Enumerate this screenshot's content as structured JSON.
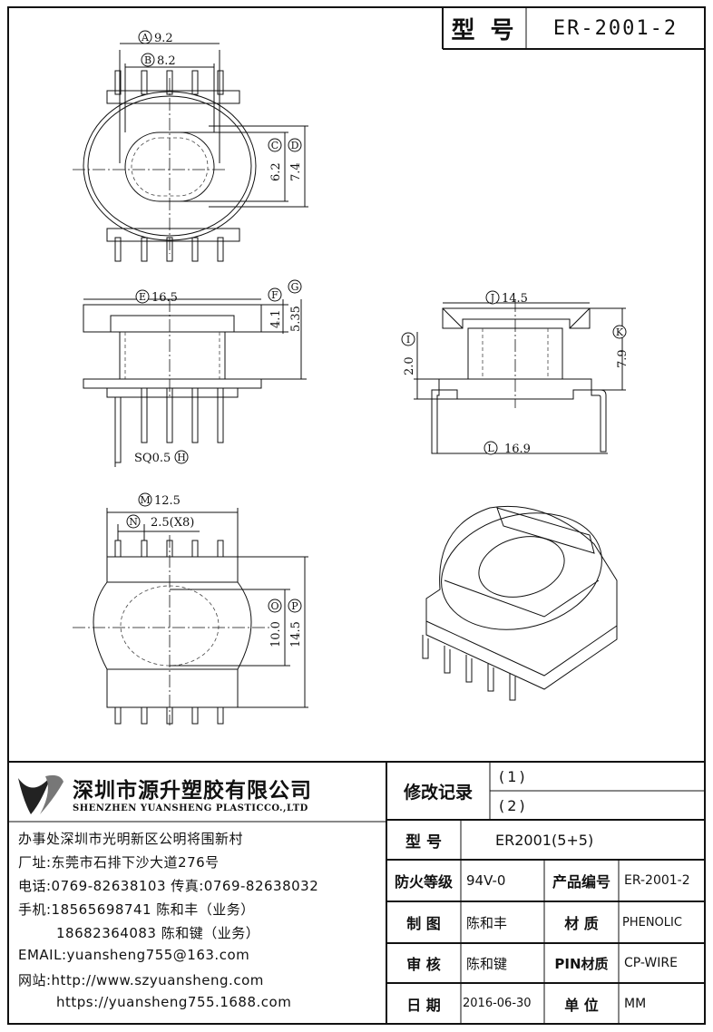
{
  "title_block": {
    "label": "型 号",
    "model": "ER-2001-2"
  },
  "dimensions": {
    "A": "9.2",
    "B": "8.2",
    "C": "6.2",
    "D": "7.4",
    "E": "16.5",
    "F": "4.1",
    "G": "5.35",
    "H": "SQ0.5",
    "I": "2.0",
    "J": "14.5",
    "K": "7.9",
    "L": "16.9",
    "M": "12.5",
    "N": "2.5(X8)",
    "O": "10.0",
    "P": "14.5"
  },
  "dim_letters": {
    "A": "A",
    "B": "B",
    "C": "C",
    "D": "D",
    "E": "E",
    "F": "F",
    "G": "G",
    "H": "H",
    "I": "I",
    "J": "J",
    "K": "K",
    "L": "L",
    "M": "M",
    "N": "N",
    "O": "O",
    "P": "P"
  },
  "company": {
    "name_cn": "深圳市源升塑胶有限公司",
    "name_en": "SHENZHEN YUANSHENG PLASTICCO.,LTD",
    "office": "办事处深圳市光明新区公明将围新村",
    "factory": "厂址:东莞市石排下沙大道276号",
    "phone": "电话:0769-82638103 传真:0769-82638032",
    "mobile1": "手机:18565698741 陈和丰（业务）",
    "mobile2": "18682364083 陈和键（业务）",
    "email": "EMAIL:yuansheng755@163.com",
    "web1": "网站:http://www.szyuansheng.com",
    "web2": "https://yuansheng755.1688.com"
  },
  "table": {
    "revision_label": "修改记录",
    "rev1": "(1)",
    "rev2": "(2)",
    "model_label": "型 号",
    "model_value": "ER2001(5+5)",
    "fire_label": "防火等级",
    "fire_value": "94V-0",
    "product_no_label": "产品编号",
    "product_no_value": "ER-2001-2",
    "drawn_label": "制 图",
    "drawn_value": "陈和丰",
    "material_label": "材 质",
    "material_value": "PHENOLIC",
    "checked_label": "审 核",
    "checked_value": "陈和键",
    "pin_label": "PIN材质",
    "pin_value": "CP-WIRE",
    "date_label": "日 期",
    "date_value": "2016-06-30",
    "unit_label": "单 位",
    "unit_value": "MM"
  }
}
